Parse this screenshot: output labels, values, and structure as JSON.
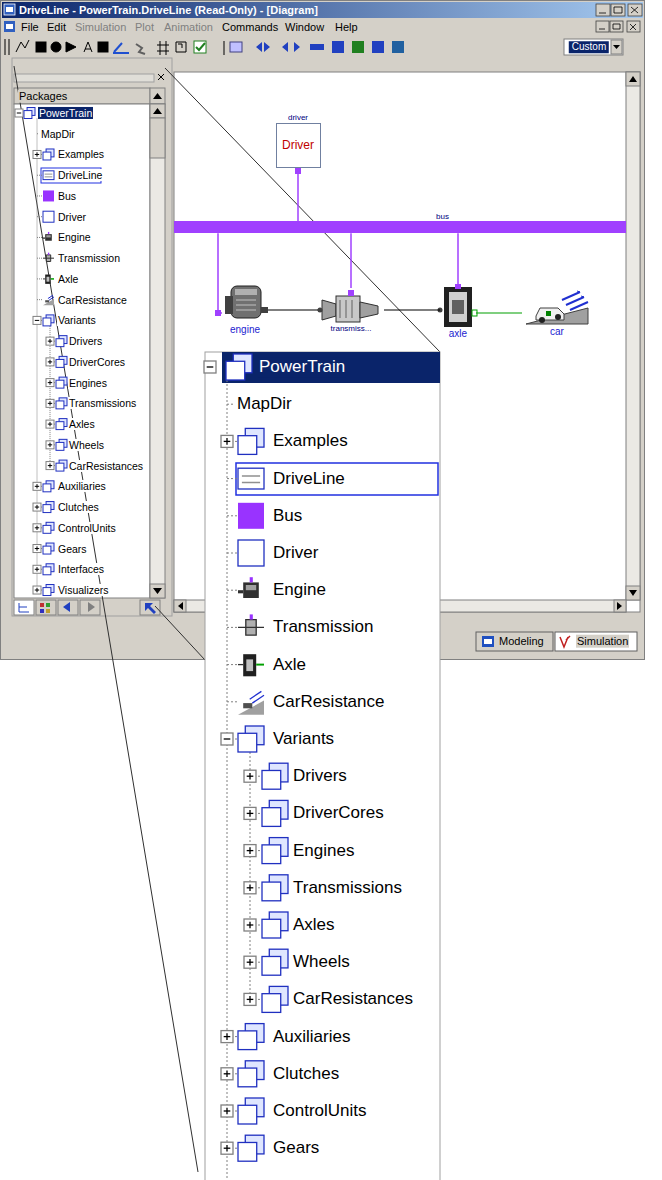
{
  "diagram": {
    "nodes": [
      {
        "text": [
          "driver",
          "Driver"
        ]
      },
      {
        "text": [
          "bus"
        ]
      },
      {
        "text": [
          "engine"
        ]
      },
      {
        "text": [
          "transmiss..."
        ]
      },
      {
        "text": [
          "axle"
        ]
      },
      {
        "text": [
          "car"
        ]
      }
    ],
    "edges": [
      {
        "from": 0,
        "to": 1,
        "arrow": "none"
      },
      {
        "from": 1,
        "to": 2,
        "arrow": "none"
      },
      {
        "from": 1,
        "to": 3,
        "arrow": "none"
      },
      {
        "from": 1,
        "to": 4,
        "arrow": "none"
      },
      {
        "from": 2,
        "to": 3,
        "arrow": "none"
      },
      {
        "from": 3,
        "to": 4,
        "arrow": "none"
      },
      {
        "from": 4,
        "to": 5,
        "arrow": "none"
      }
    ],
    "labels": [
      "DriveLine - PowerTrain.DriveLine (Read-Only) - [Diagram]",
      "File",
      "Edit",
      "Simulation",
      "Plot",
      "Animation",
      "Commands",
      "Window",
      "Help",
      "Custom",
      "Packages",
      "PowerTrain",
      "MapDir",
      "Examples",
      "DriveLine",
      "Bus",
      "Driver",
      "Engine",
      "Transmission",
      "Axle",
      "CarResistance",
      "Variants",
      "Drivers",
      "DriverCores",
      "Engines",
      "Transmissions",
      "Axles",
      "Wheels",
      "CarResistances",
      "Auxiliaries",
      "Clutches",
      "ControlUnits",
      "Gears",
      "Interfaces",
      "Visualizers",
      "Modeling",
      "Simulation",
      "PowerTrain",
      "MapDir",
      "Examples",
      "DriveLine",
      "Bus",
      "Driver",
      "Engine",
      "Transmission",
      "Axle",
      "CarResistance",
      "Variants",
      "Drivers",
      "DriverCores",
      "Engines",
      "Transmissions",
      "Axles",
      "Wheels",
      "CarResistances",
      "Auxiliaries",
      "Clutches",
      "ControlUnits",
      "Gears"
    ]
  }
}
